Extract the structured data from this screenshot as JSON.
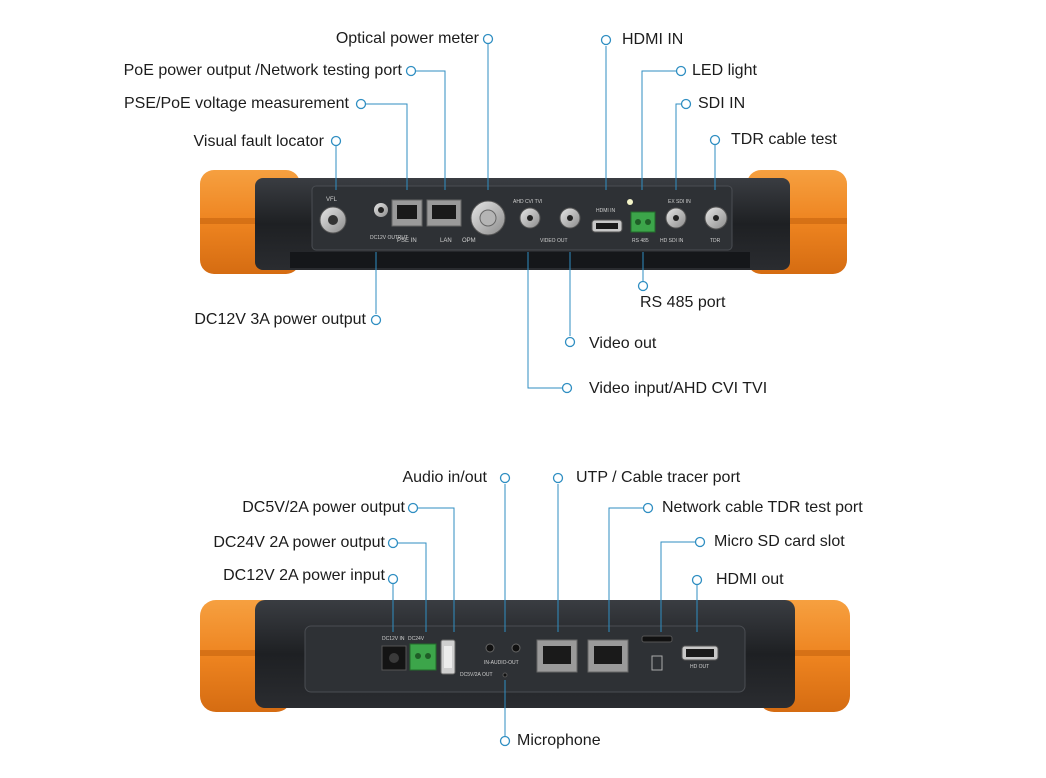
{
  "colors": {
    "leader": "#2f8ec2",
    "body": "#1f2124",
    "panel": "#2d3034",
    "orange": "#f08a24",
    "connector_green": "#3ca54a"
  },
  "top_panel": {
    "callouts": {
      "optical_power_meter": "Optical power meter",
      "poe_output": "PoE power output /Network testing port",
      "pse_poe_voltage": "PSE/PoE voltage measurement",
      "visual_fault_locator": "Visual fault locator",
      "dc12v_3a": "DC12V 3A power output",
      "hdmi_in": "HDMI IN",
      "led_light": "LED light",
      "sdi_in": "SDI IN",
      "tdr_cable_test": "TDR cable test",
      "rs485_port": "RS 485 port",
      "video_out": "Video out",
      "video_input": "Video input/AHD CVI TVI"
    },
    "printed": {
      "vfl": "VFL",
      "dc12v_output": "DC12V OUTPUT",
      "pse_in": "PSE IN",
      "lan": "LAN",
      "opm": "OPM",
      "ahd_cvi_tvi": "AHD CVI TVI",
      "video_out": "VIDEO OUT",
      "hdmi_in": "HDMI IN",
      "rs485": "RS 485",
      "ex_sdi_in": "EX SDI IN",
      "hd_sdi_in": "HD SDI IN",
      "tdr": "TDR"
    }
  },
  "bottom_panel": {
    "callouts": {
      "audio_in_out": "Audio in/out",
      "dc5v_2a": "DC5V/2A power output",
      "dc24v_2a": "DC24V 2A power output",
      "dc12v_2a_input": "DC12V 2A power input",
      "utp_tracer": "UTP / Cable tracer port",
      "network_tdr": "Network cable TDR test port",
      "micro_sd": "Micro SD card slot",
      "hdmi_out": "HDMI out",
      "microphone": "Microphone"
    },
    "printed": {
      "dc12v_in": "DC12V IN",
      "dc24v": "DC24V",
      "in_audio_out": "IN-AUDIO-OUT",
      "dc5v_out": "DC5V/2A OUT",
      "hd_out": "HD OUT"
    }
  }
}
